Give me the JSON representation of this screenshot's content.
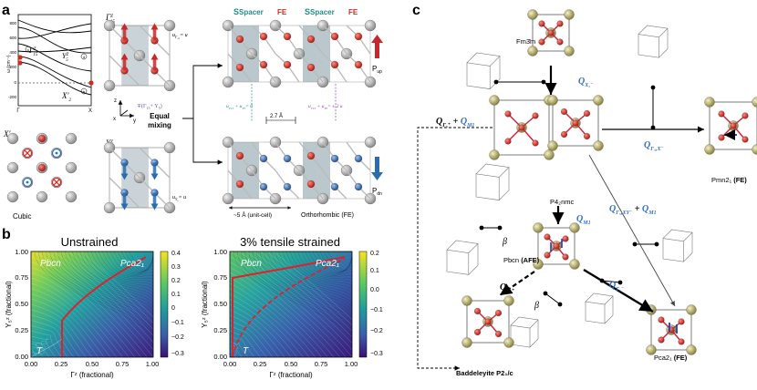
{
  "panel_a": {
    "letter": "a",
    "gamma15": "Γ",
    "gamma15_sup": "Z",
    "gamma15_sub": "15",
    "y5": "Y",
    "y5_sup": "Z",
    "y5_sub": "5",
    "x2": "X′",
    "x2_sub": "2",
    "u_gamma": "u",
    "u_gamma_eq": "= u",
    "mix_formula": "∓(Γ",
    "mix_rest": "+ Y",
    "mix_close": ")",
    "equal": "Equal",
    "mixing": "mixing",
    "u_y": "u",
    "u_y_eq": "= u",
    "cubic": "Cubic",
    "spacer": "Spacer",
    "fe": "FE",
    "spacer_s": "S",
    "p_up": "P",
    "p_up_sub": "up",
    "p_dn": "P",
    "p_dn_sub": "dn",
    "sum_zero": "= 0",
    "sum_two": "= ± 2 u",
    "dist_27": "2.7 Å",
    "dist_5": "~5 Å (unit-cell)",
    "ortho": "Orthorhombic (FE)",
    "disp_axis_label": "ω (cm⁻¹)",
    "disp_ticks": [
      "800",
      "600",
      "400",
      "200",
      "0",
      "-200"
    ],
    "disp_x": [
      "Γ",
      "X"
    ],
    "axis_x": "x",
    "axis_y": "y",
    "axis_z": "z",
    "circle_c": "c",
    "circle_d": "d",
    "circle_b": "b"
  },
  "panel_b": {
    "letter": "b",
    "left_title": "Unstrained",
    "right_title": "3% tensile strained",
    "xlabel": "Γᶻ (fractional)",
    "ylabel": "Y₅ᶻ (fractional)",
    "pbcn": "Pbcn",
    "pca21": "Pca2₁",
    "t": "T",
    "x_ticks": [
      "0.00",
      "0.25",
      "0.50",
      "0.75",
      "1.00"
    ],
    "y_ticks": [
      "0.00",
      "0.25",
      "0.50",
      "0.75",
      "1.00"
    ],
    "cb_left": [
      "0.4",
      "0.3",
      "0.2",
      "0.1",
      "0",
      "−0.1",
      "−0.2",
      "−0.3"
    ],
    "cb_right": [
      "0.2",
      "0.1",
      "0.0",
      "−0.1",
      "−0.2",
      "−0.3"
    ]
  },
  "panel_c": {
    "letter": "c",
    "fm3m": "Fm3̄m",
    "p42nmc": "P4₂nmc",
    "pbcn_afe": "Pbcn (AFE)",
    "pmn21": "Pmn2₁ (FE)",
    "pca21": "Pca2₁ (FE)",
    "baddeleyite": "Baddeleyite P2₁/c",
    "q_x2": "Q",
    "q_x2_sub": "X₂⁻",
    "q_m1": "Q",
    "q_m1_sub": "M1",
    "q_gamma5x": "Q",
    "q_gamma5x_sub": "Γ₅,X⁻",
    "q_gamma5xy": "Q",
    "q_gamma5xy_sub": "Γ₅,XY⁻",
    "plus": "+",
    "q_gamma5plus": "Q",
    "q_gamma5plus_sub": "Γ₅⁺",
    "q_gamma5minus": "Q",
    "q_gamma5minus_sub": "Γ₅⁻",
    "q_gamma5plus_left": "Q",
    "q_gamma5plus_left_sub": "Γ₅⁺",
    "beta": "β"
  },
  "colors": {
    "hf": "#a8a8a8",
    "o_red": "#d42a1e",
    "o_blue": "#2a6cb8",
    "gold": "#b8b070",
    "shade": "#b4c2c8",
    "teal": "#1f8c86",
    "fe_red": "#d42a1e",
    "purple": "#9040a0",
    "qblue": "#2e6fd0",
    "curve": "#e0202a"
  }
}
